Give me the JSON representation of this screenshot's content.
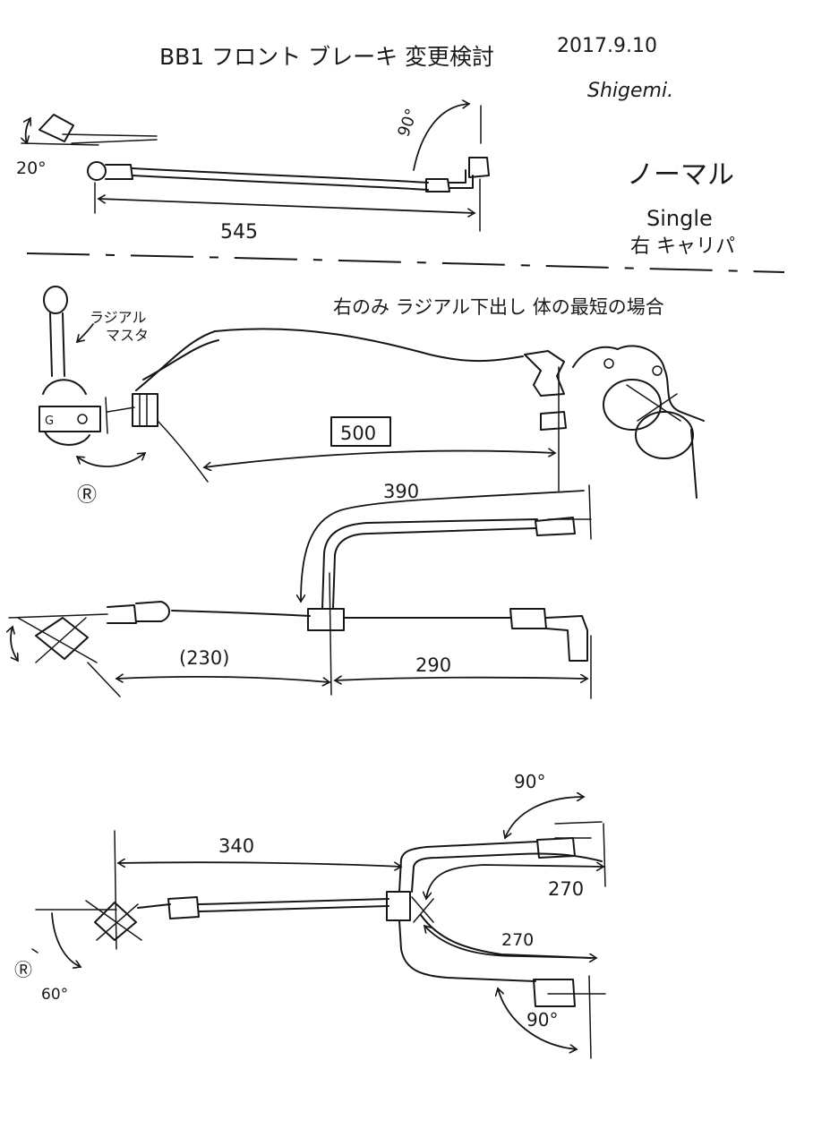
{
  "header": {
    "title": "BB1 フロント ブレーキ 変更検討",
    "date": "2017.9.10",
    "author": "Shigemi."
  },
  "section_normal": {
    "angle_lever": "20°",
    "angle_caliper": "90°",
    "length": "545",
    "note_1": "ノーマル",
    "note_2": "Single",
    "note_3": "右 キャリパ"
  },
  "section_radial": {
    "heading": "右のみ ラジアル下出し 体の最短の場合",
    "master_label_1": "ラジアル",
    "master_label_2": "マスタ",
    "angle_label": "Ⓡ",
    "length": "500"
  },
  "section_split": {
    "length_top": "390",
    "length_left": "(230)",
    "length_right": "290"
  },
  "section_dual": {
    "length_main": "340",
    "angle_top": "90°",
    "length_upper": "270",
    "length_lower": "270",
    "angle_bottom": "90°",
    "angle_lever_1": "Ⓡ",
    "angle_lever_2": "60°"
  }
}
